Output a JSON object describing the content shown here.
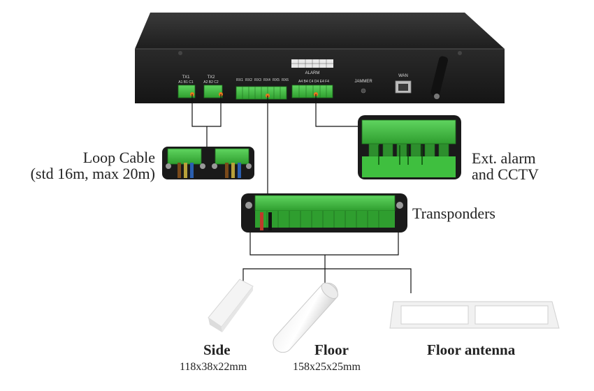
{
  "device": {
    "ports": {
      "tx1": "TX1",
      "tx1_pins": "A1 B1 C1",
      "tx2": "TX2",
      "tx2_pins": "A2 B2 C2",
      "rx_labels": [
        "RX1",
        "RX2",
        "RX3",
        "RX4",
        "RX5",
        "RX6"
      ],
      "alarm": "ALARM",
      "alarm_pins": "A4 B4 C4 D4 E4 F4",
      "jammer": "JAMMER",
      "wan": "WAN"
    }
  },
  "labels": {
    "loop_cable_line1": "Loop Cable",
    "loop_cable_line2": "(std 16m, max 20m)",
    "ext_alarm_line1": "Ext. alarm",
    "ext_alarm_line2": "and CCTV",
    "transponders": "Transponders"
  },
  "transponders": [
    {
      "name": "Side",
      "dims": "118x38x22mm"
    },
    {
      "name": "Floor",
      "dims": "158x25x25mm"
    },
    {
      "name": "Floor antenna",
      "dims": ""
    }
  ],
  "colors": {
    "device_body": "#2b2b2b",
    "terminal_green": "#3fbf3f",
    "connector_orange": "#e8741e",
    "wire": "#111111"
  }
}
